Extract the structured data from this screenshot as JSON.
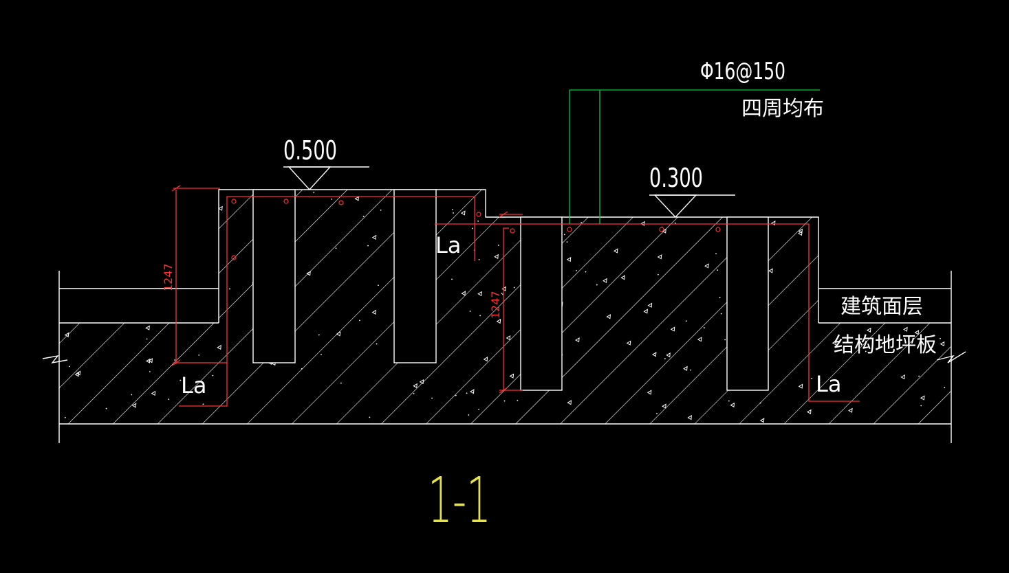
{
  "drawing": {
    "rebar_label": "Φ16@150",
    "rebar_note": "四周均布",
    "level_left": "0.500",
    "level_right": "0.300",
    "anchorage_label": "La",
    "dimension_left": "1247",
    "dimension_right": "1247",
    "finish_layer_label": "建筑面层",
    "slab_label": "结构地坪板",
    "section_title": "1-1"
  },
  "colors": {
    "background": "#000000",
    "outline": "#ffffff",
    "rebar": "#ff3030",
    "leader": "#00cc33",
    "title": "#e6e24a"
  }
}
